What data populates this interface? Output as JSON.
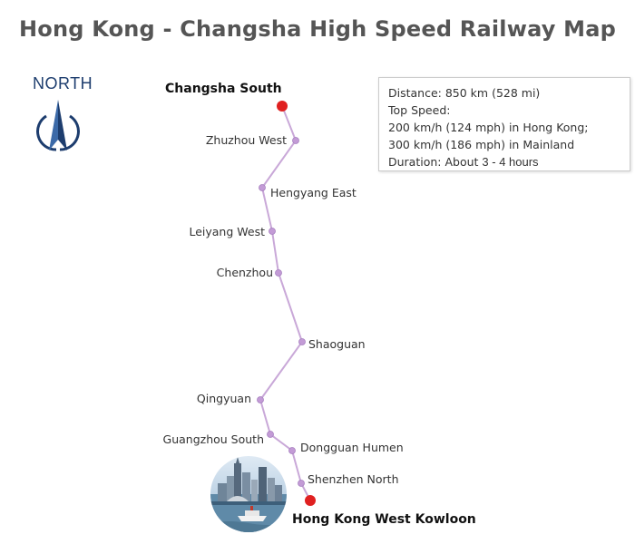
{
  "title": "Hong Kong - Changsha High Speed Railway Map",
  "north": "NORTH",
  "info": {
    "distance": "Distance: 850 km (528 mi)",
    "top_speed": "Top Speed:",
    "speed_hk": "200 km/h (124 mph) in Hong Kong;",
    "speed_mainland": "300 km/h (186 mph) in Mainland",
    "duration_prefix": "Duration: About ",
    "duration_hours": "3 - 4 hours"
  },
  "stations": [
    {
      "name": "Changsha South",
      "terminal": true
    },
    {
      "name": "Zhuzhou West",
      "terminal": false
    },
    {
      "name": "Hengyang East",
      "terminal": false
    },
    {
      "name": "Leiyang West",
      "terminal": false
    },
    {
      "name": "Chenzhou",
      "terminal": false
    },
    {
      "name": "Shaoguan",
      "terminal": false
    },
    {
      "name": "Qingyuan",
      "terminal": false
    },
    {
      "name": "Guangzhou South",
      "terminal": false
    },
    {
      "name": "Dongguan Humen",
      "terminal": false
    },
    {
      "name": "Shenzhen North",
      "terminal": false
    },
    {
      "name": "Hong Kong West Kowloon",
      "terminal": true
    }
  ],
  "colors": {
    "line": "#c9a8d8",
    "station": "#c39bd6",
    "terminal": "#e02020",
    "compass": "#1d3d6e"
  },
  "icons": {
    "compass": "north-arrow-icon",
    "photo": "hong-kong-skyline-icon"
  }
}
